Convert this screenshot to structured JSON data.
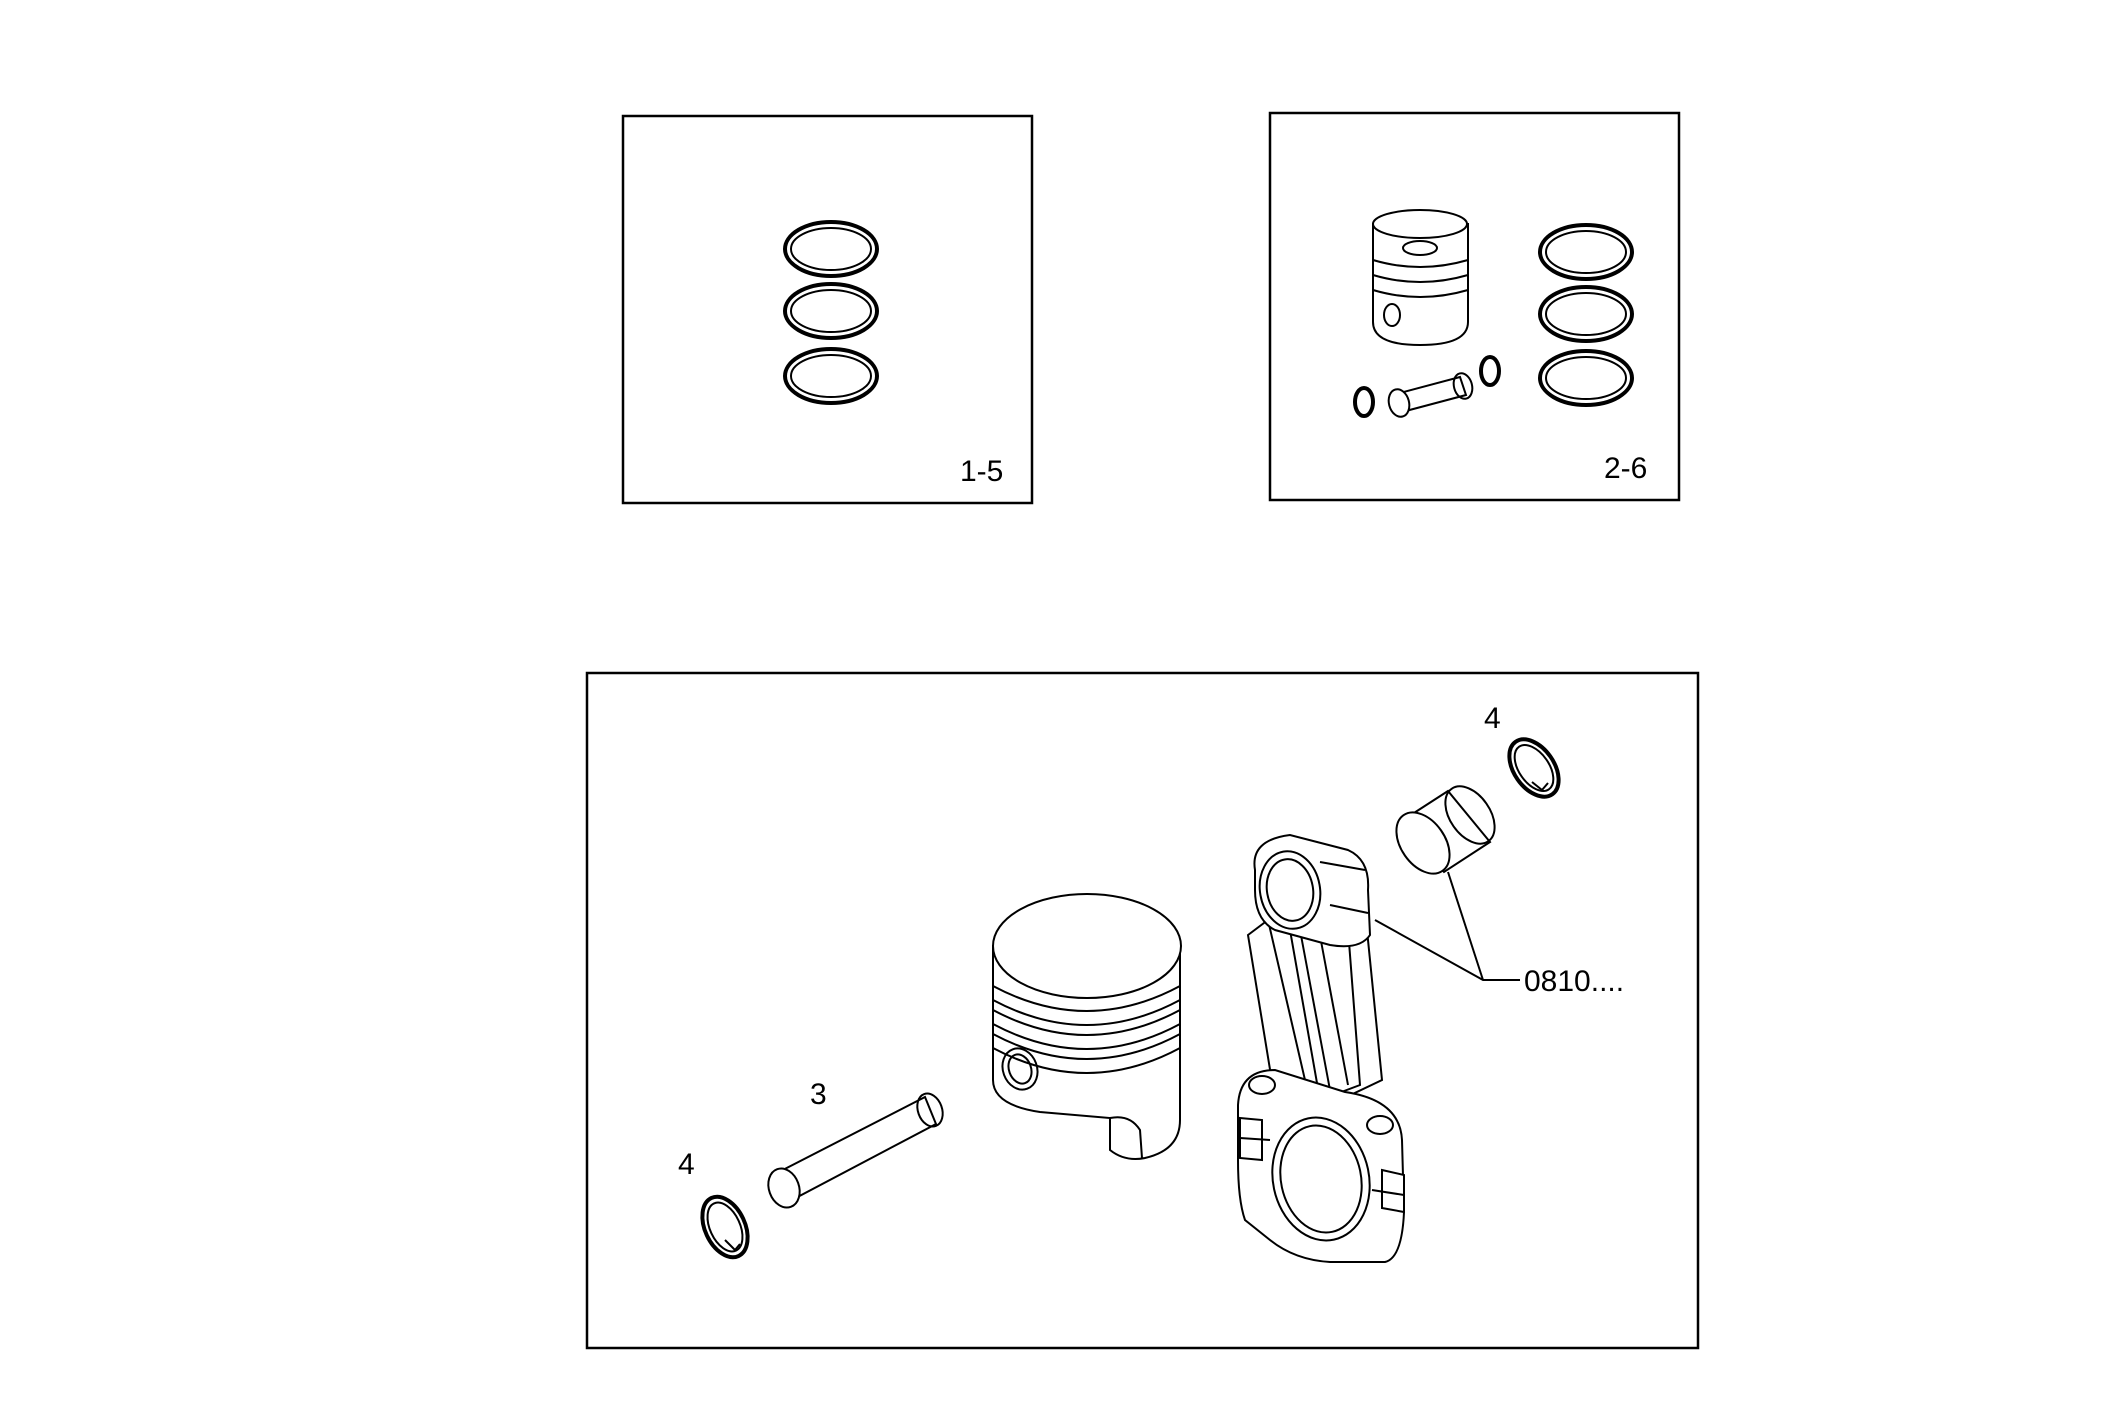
{
  "panels": {
    "ring_set": {
      "label": "1-5"
    },
    "piston_kit": {
      "label": "2-6"
    },
    "exploded": {
      "callout_circlip_top": "4",
      "callout_circlip_bottom": "4",
      "callout_pin": "3",
      "callout_rod": "0810...."
    }
  },
  "colors": {
    "line": "#000000",
    "background": "#ffffff"
  }
}
